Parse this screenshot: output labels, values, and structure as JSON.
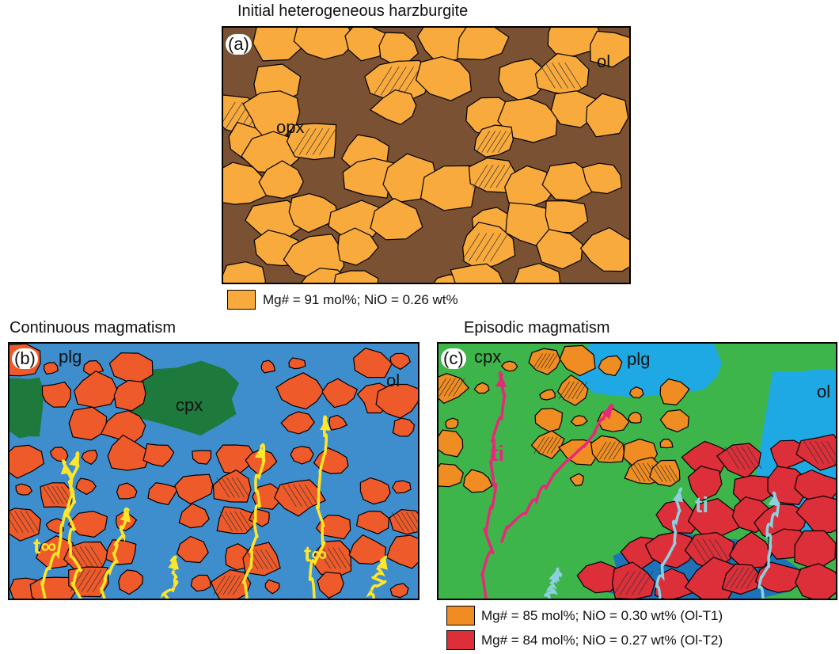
{
  "titles": {
    "a": "Initial heterogeneous harzburgite",
    "b": "Continuous magmatism",
    "c": "Episodic magmatism"
  },
  "panels": {
    "a": {
      "tag": "(a)",
      "labels": {
        "ol": "ol",
        "opx": "opx"
      }
    },
    "b": {
      "tag": "(b)",
      "labels": {
        "plg": "plg",
        "cpx": "cpx",
        "ol": "ol",
        "t1": "t∞",
        "t2": "t∞"
      }
    },
    "c": {
      "tag": "(c)",
      "labels": {
        "cpx": "cpx",
        "plg": "plg",
        "ol": "ol",
        "ti_pink": "ti",
        "ti_blue": "ti"
      }
    }
  },
  "legend": {
    "a": {
      "text": "Mg# = 91 mol%; NiO = 0.26 wt%",
      "color": "#F9AA3C"
    },
    "c1": {
      "text": "Mg# = 85 mol%; NiO = 0.30 wt% (Ol-T1)",
      "color": "#EF8C22"
    },
    "c2": {
      "text": "Mg# = 84 mol%; NiO = 0.27 wt% (Ol-T2)",
      "color": "#DC2F3A"
    }
  },
  "colors": {
    "olivine_a": "#F9AA3C",
    "opx": "#7A5233",
    "olivine_b": "#EF5A2A",
    "plagioclase_b": "#3E8ECE",
    "cpx_b": "#1E7A3C",
    "olivine_t1": "#EF8C22",
    "olivine_t2": "#DC2F3A",
    "plagioclase_c": "#1EA9E5",
    "cpx_c": "#3DB54A",
    "melt_yellow": "#FFE628",
    "melt_pink": "#E8287A",
    "melt_lightblue": "#8ECFE0"
  }
}
